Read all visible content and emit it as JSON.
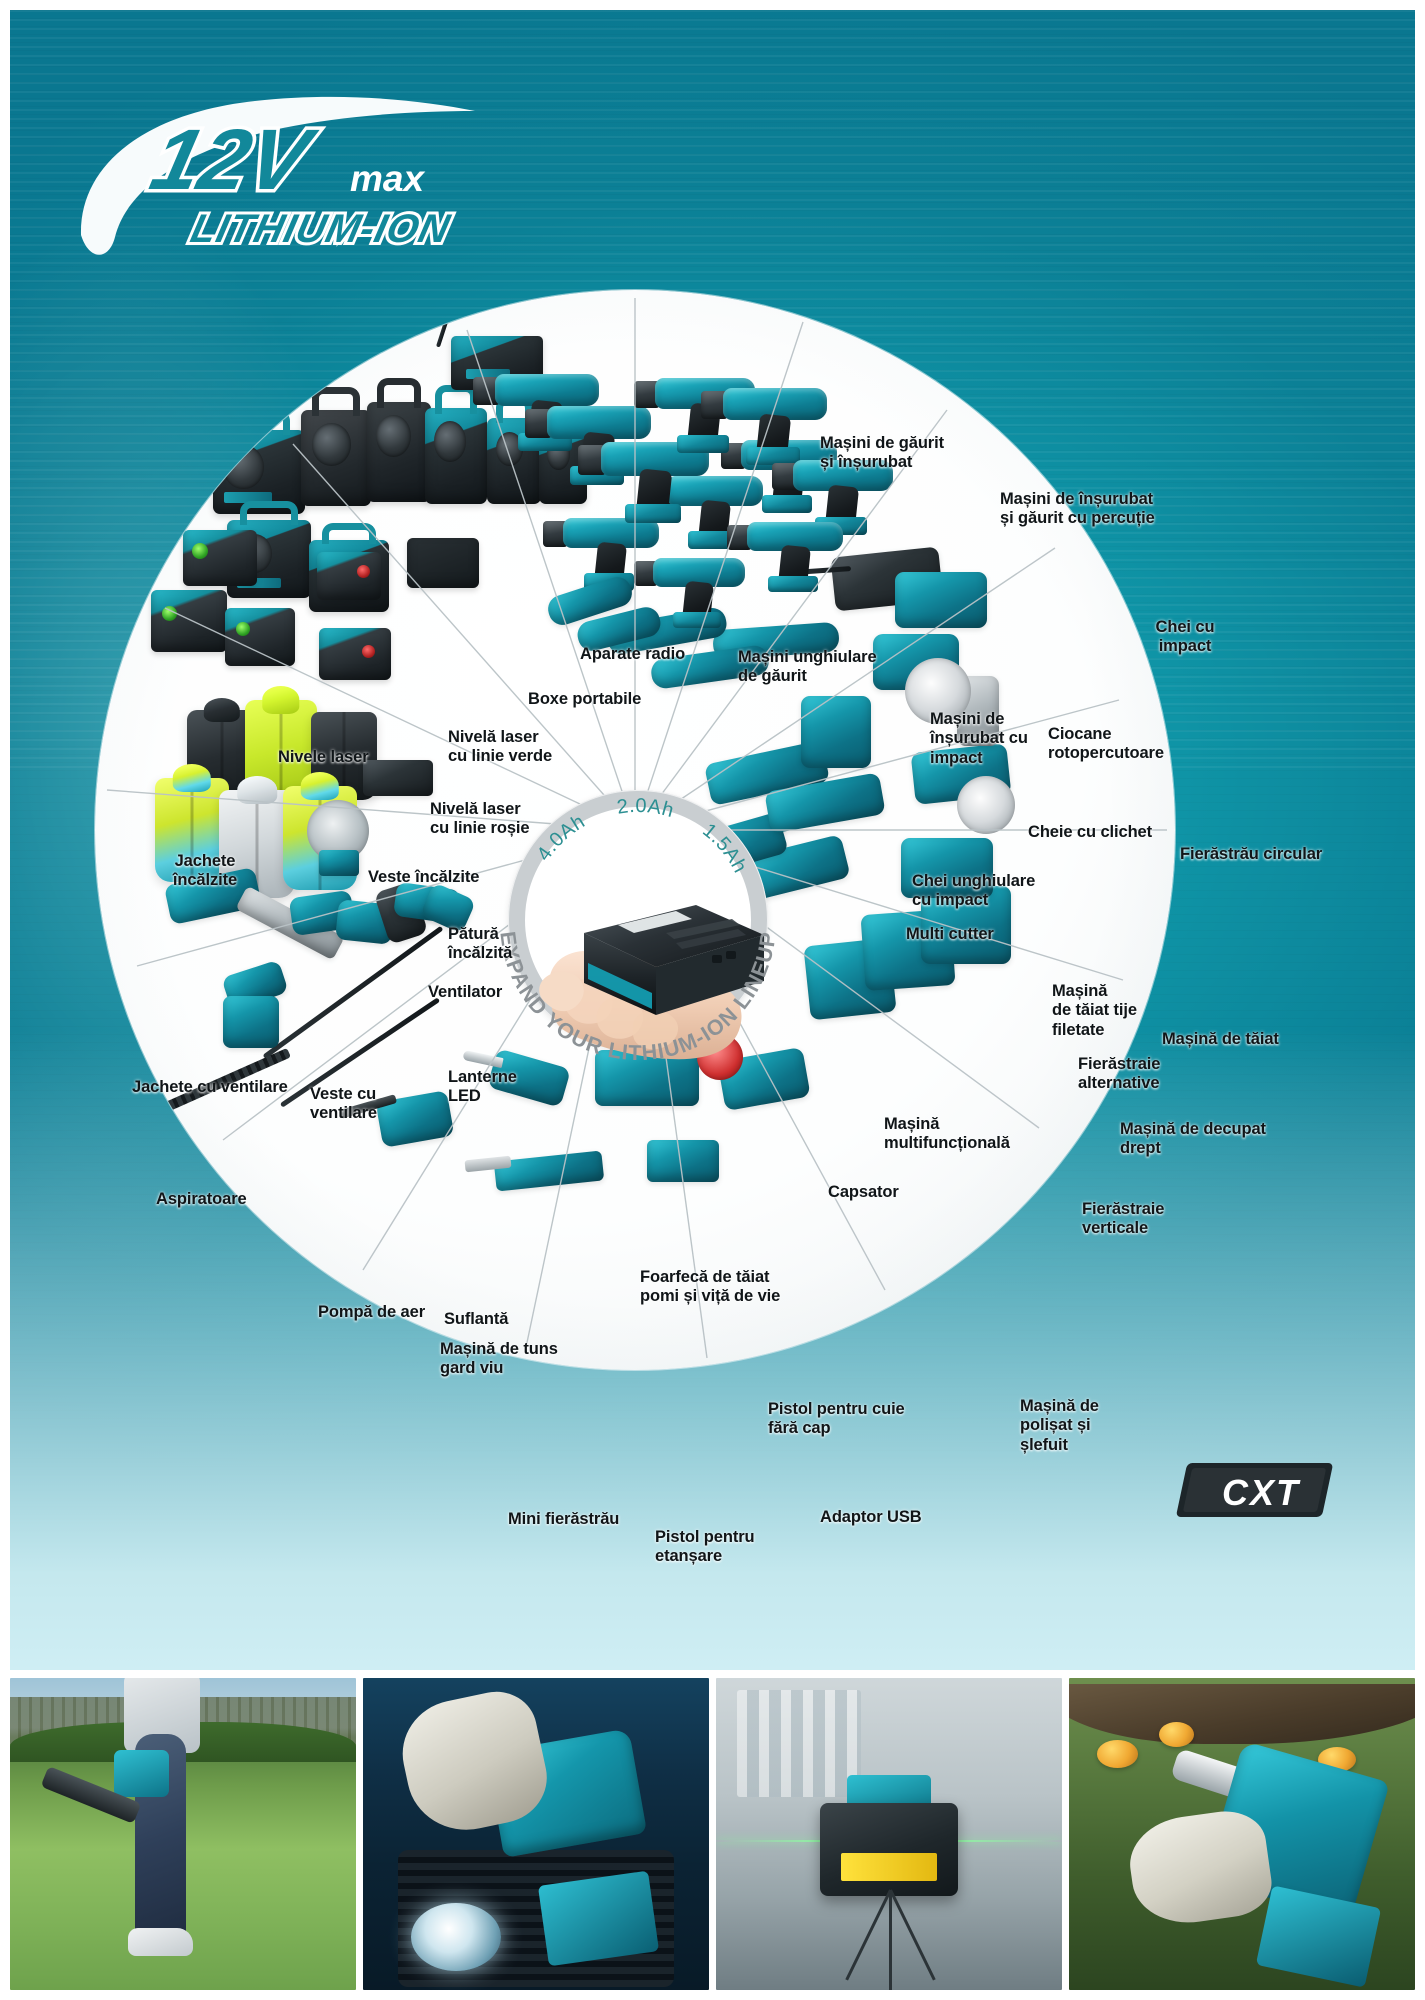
{
  "brand": {
    "voltage_logo_main": "12V",
    "voltage_logo_sup": "max",
    "voltage_logo_sub": "LITHIUM-ION",
    "badge": "CXT"
  },
  "hub": {
    "battery_capacities": [
      "4.0Ah",
      "2.0Ah",
      "1.5Ah"
    ],
    "arc_caption": "EXPAND YOUR LITHIUM-ION LINEUP"
  },
  "colors": {
    "teal_primary": "#12889a",
    "teal_deep": "#0a7790",
    "teal_light": "#2ec3d4",
    "ah_text": "#2c8f92",
    "arc_text": "#8c9296",
    "label_text": "#101518",
    "wheel_bg": "#ffffff",
    "hub_ring": "#c9ced1"
  },
  "wheel_labels": [
    {
      "id": "masini-de-gaurit-si-insurubat",
      "text": "Mașini de găurit\nși înșurubat"
    },
    {
      "id": "masini-de-insurubat-si-gaurit-cu-percutie",
      "text": "Mașini de înșurubat\nși găurit cu percuție"
    },
    {
      "id": "chei-cu-impact",
      "text": "Chei cu\nimpact"
    },
    {
      "id": "masini-unghiulare-de-gaurit",
      "text": "Mașini unghiulare\nde găurit"
    },
    {
      "id": "masini-de-insurubat-cu-impact",
      "text": "Mașini de\nînșurubat cu\nimpact"
    },
    {
      "id": "ciocane-rotopercutoare",
      "text": "Ciocane\nrotopercutoare"
    },
    {
      "id": "cheie-cu-clichet",
      "text": "Cheie cu clichet"
    },
    {
      "id": "chei-unghiulare-cu-impact",
      "text": "Chei unghiulare\ncu impact"
    },
    {
      "id": "fierastrau-circular",
      "text": "Fierăstrău circular"
    },
    {
      "id": "multi-cutter",
      "text": "Multi cutter"
    },
    {
      "id": "masina-de-taiat-tije-filetate",
      "text": "Mașină\nde tăiat tije\nfiletate"
    },
    {
      "id": "masina-de-taiat",
      "text": "Mașină de tăiat"
    },
    {
      "id": "fierastraie-alternative",
      "text": "Fierăstraie\nalternative"
    },
    {
      "id": "masina-de-decupat-drept",
      "text": "Mașină de decupat\ndrept"
    },
    {
      "id": "masina-multifunctionala",
      "text": "Mașină\nmultifuncțională"
    },
    {
      "id": "fierastraie-verticale",
      "text": "Fierăstraie\nverticale"
    },
    {
      "id": "capsator",
      "text": "Capsator"
    },
    {
      "id": "masina-de-polisat-si-slefuit",
      "text": "Mașină de\npolișat și\nșlefuit"
    },
    {
      "id": "pistol-pentru-cuie-fara-cap",
      "text": "Pistol pentru cuie\nfără cap"
    },
    {
      "id": "adaptor-usb",
      "text": "Adaptor USB"
    },
    {
      "id": "pistol-pentru-etansare",
      "text": "Pistol pentru\netanșare"
    },
    {
      "id": "mini-fierastrau",
      "text": "Mini fierăstrău"
    },
    {
      "id": "foarfeca-de-taiat-pomi-si-vita-de-vie",
      "text": "Foarfecă de tăiat\npomi și viță de vie"
    },
    {
      "id": "masina-de-tuns-gard-viu",
      "text": "Mașină de tuns\ngard viu"
    },
    {
      "id": "suflanta",
      "text": "Suflantă"
    },
    {
      "id": "pompa-de-aer",
      "text": "Pompă de aer"
    },
    {
      "id": "aspiratoare",
      "text": "Aspiratoare"
    },
    {
      "id": "lanterne-led",
      "text": "Lanterne\nLED"
    },
    {
      "id": "veste-cu-ventilare",
      "text": "Veste cu\nventilare"
    },
    {
      "id": "jachete-cu-ventilare",
      "text": "Jachete cu ventilare"
    },
    {
      "id": "ventilator",
      "text": "Ventilator"
    },
    {
      "id": "patura-incalzita",
      "text": "Pătură\nîncălzită"
    },
    {
      "id": "veste-incalzite",
      "text": "Veste încălzite"
    },
    {
      "id": "jachete-incalzite",
      "text": "Jachete\nîncălzite"
    },
    {
      "id": "nivela-laser-cu-linie-rosie",
      "text": "Nivelă laser\ncu linie roșie"
    },
    {
      "id": "nivela-laser-cu-linie-verde",
      "text": "Nivelă laser\ncu linie verde"
    },
    {
      "id": "nivele-laser",
      "text": "Nivele laser"
    },
    {
      "id": "boxe-portabile",
      "text": "Boxe portabile"
    },
    {
      "id": "aparate-radio",
      "text": "Aparate radio"
    }
  ],
  "bottom_photos": [
    {
      "id": "photo-blower",
      "alt": "Person using cordless blower on lawn"
    },
    {
      "id": "photo-impact-wrench",
      "alt": "Gloved hand using impact wrench on car"
    },
    {
      "id": "photo-laser-level",
      "alt": "Green line laser level on tripod"
    },
    {
      "id": "photo-pruning-shears",
      "alt": "Gloved hand pruning tree with cordless shears"
    }
  ]
}
